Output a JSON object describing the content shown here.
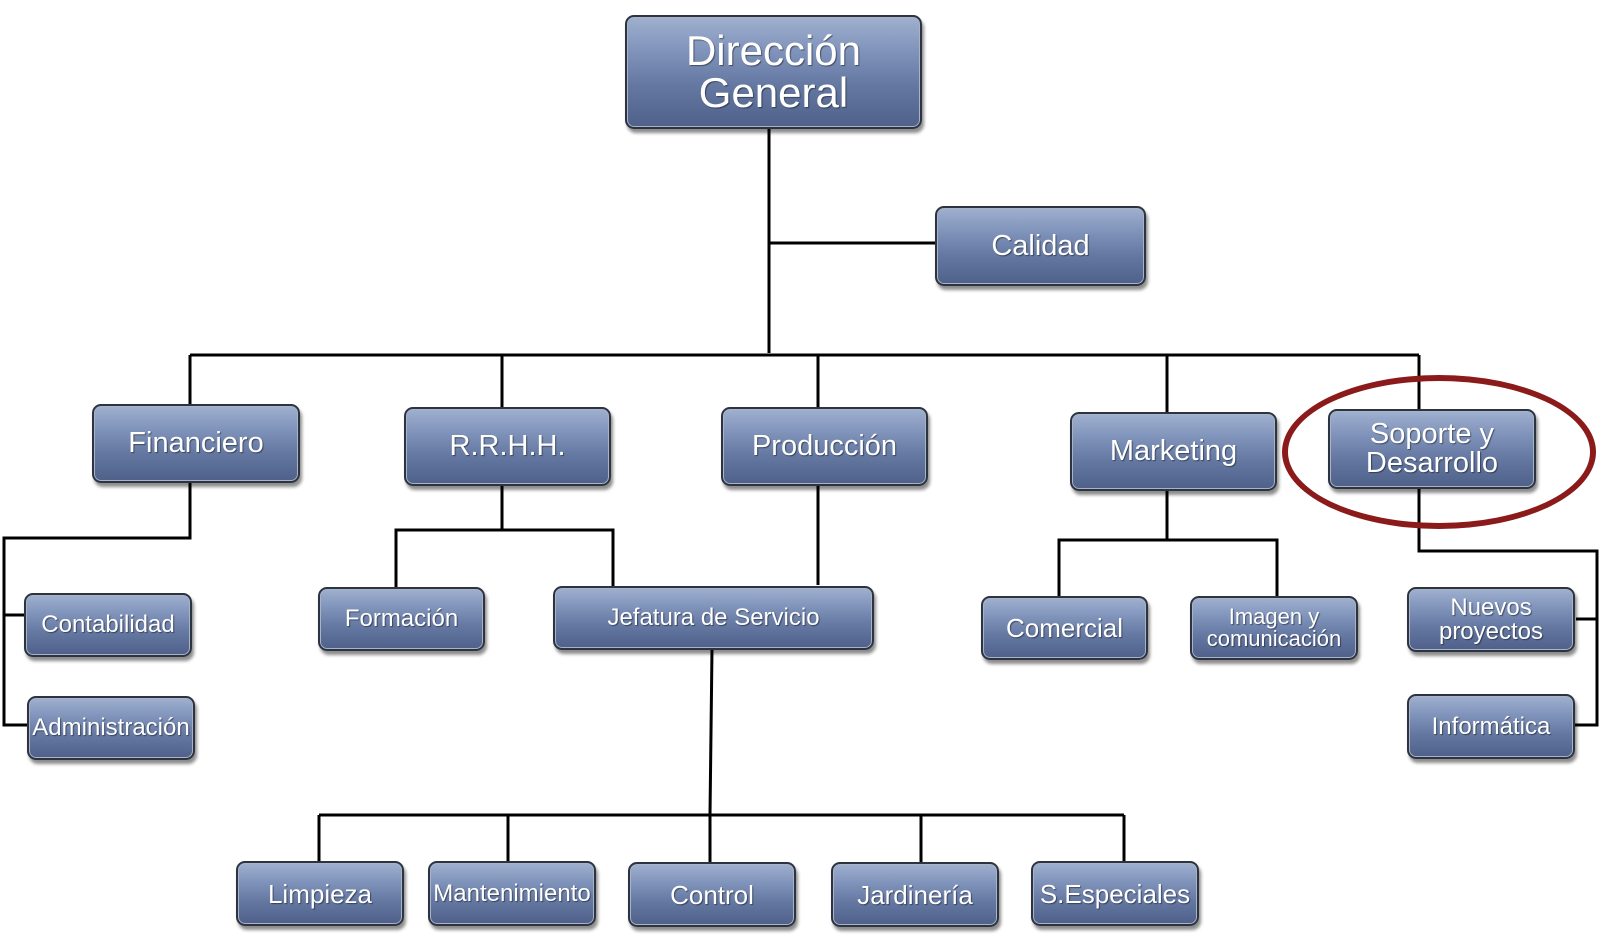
{
  "org_chart": {
    "root": "Dirección\nGeneral",
    "staff": "Calidad",
    "departments": {
      "financiero": "Financiero",
      "rrhh": "R.R.H.H.",
      "produccion": "Producción",
      "marketing": "Marketing",
      "soporte": "Soporte y\nDesarrollo"
    },
    "units": {
      "contabilidad": "Contabilidad",
      "administracion": "Administración",
      "formacion": "Formación",
      "jefatura": "Jefatura de Servicio",
      "comercial": "Comercial",
      "imagen": "Imagen y\ncomunicación",
      "nuevos_proyectos": "Nuevos\nproyectos",
      "informatica": "Informática"
    },
    "services": {
      "limpieza": "Limpieza",
      "mantenimiento": "Mantenimiento",
      "control": "Control",
      "jardineria": "Jardinería",
      "especiales": "S.Especiales"
    }
  },
  "colors": {
    "node_gradient_top": "#9fb0cf",
    "node_gradient_bottom": "#4f6189",
    "node_border": "#2c3442",
    "connector": "#000000",
    "highlight": "#8b1a1a"
  }
}
